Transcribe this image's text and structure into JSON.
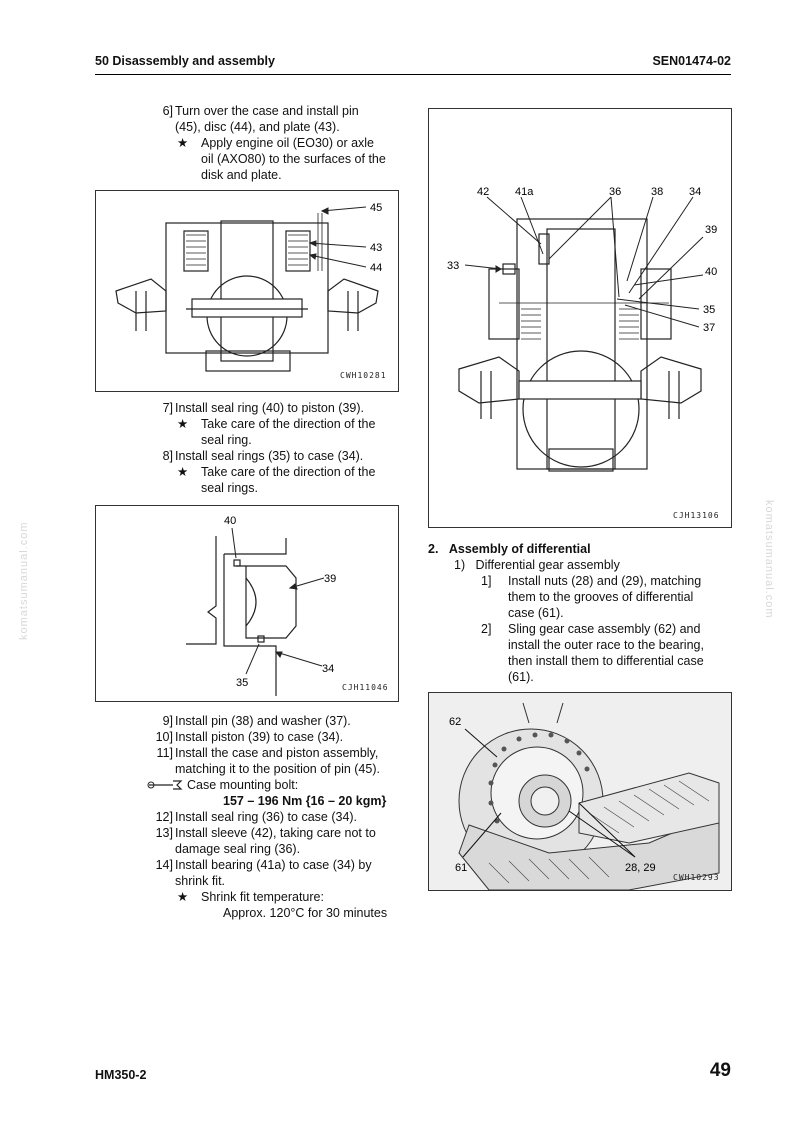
{
  "header": {
    "section": "50 Disassembly and assembly",
    "doc_code": "SEN01474-02"
  },
  "left": {
    "step6": {
      "num": "6]",
      "l1": "Turn over the case and install pin",
      "l2": "(45), disc (44), and plate (43).",
      "note1": "Apply engine oil (EO30) or axle",
      "note2": "oil (AXO80) to the surfaces of the",
      "note3": "disk and plate."
    },
    "fig1": {
      "code": "CWH10281",
      "labels": [
        "45",
        "43",
        "44"
      ]
    },
    "step7": {
      "num": "7]",
      "text": "Install seal ring (40) to piston (39).",
      "note1": "Take care of the direction of the",
      "note2": "seal ring."
    },
    "step8": {
      "num": "8]",
      "text": "Install seal rings (35) to case (34).",
      "note1": "Take care of the direction of the",
      "note2": "seal rings."
    },
    "fig2": {
      "code": "CJH11046",
      "labels": [
        "40",
        "39",
        "34",
        "35"
      ]
    },
    "step9": {
      "num": "9]",
      "text": "Install pin (38) and washer (37)."
    },
    "step10": {
      "num": "10]",
      "text": "Install piston (39) to case (34)."
    },
    "step11": {
      "num": "11]",
      "l1": "Install the case and piston assembly,",
      "l2": "matching it to the position of pin (45).",
      "spec": "Case mounting bolt:",
      "value": "157 – 196 Nm {16 – 20 kgm}"
    },
    "step12": {
      "num": "12]",
      "text": "Install seal ring (36) to case (34)."
    },
    "step13": {
      "num": "13]",
      "l1": "Install sleeve (42), taking care not to",
      "l2": "damage seal ring (36)."
    },
    "step14": {
      "num": "14]",
      "l1": "Install bearing (41a) to case (34) by",
      "l2": "shrink fit.",
      "note1": "Shrink fit temperature:",
      "note2": "Approx. 120°C for 30 minutes"
    }
  },
  "right": {
    "fig3": {
      "code": "CJH13106",
      "labels": [
        "42",
        "41a",
        "36",
        "38",
        "34",
        "39",
        "33",
        "40",
        "35",
        "37"
      ]
    },
    "section": {
      "num": "2.",
      "title": "Assembly of differential"
    },
    "sub1": {
      "num": "1)",
      "text": "Differential gear assembly"
    },
    "s1": {
      "num": "1]",
      "l1": "Install nuts (28) and (29), matching",
      "l2": "them to the grooves of differential",
      "l3": "case (61)."
    },
    "s2": {
      "num": "2]",
      "l1": "Sling gear case assembly (62) and",
      "l2": "install the outer race to the bearing,",
      "l3": "then install them to differential case",
      "l4": "(61)."
    },
    "fig4": {
      "code": "CWH10293",
      "labels": [
        "62",
        "61",
        "28, 29"
      ]
    }
  },
  "footer": {
    "model": "HM350-2",
    "page": "49"
  },
  "watermark": "komatsumanual.com",
  "icons": {
    "star": "star-icon",
    "wrench": "wrench-icon"
  }
}
